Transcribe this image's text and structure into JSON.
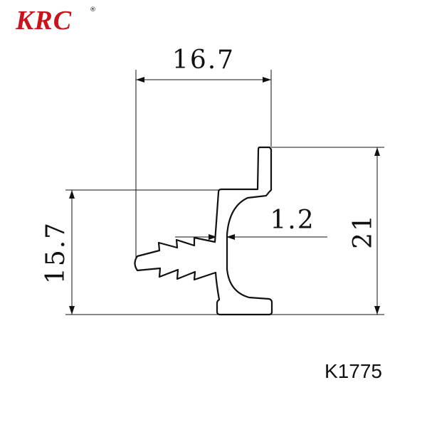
{
  "brand": {
    "name": "KRC",
    "registered_mark": "®",
    "color": "#c8141c"
  },
  "drawing": {
    "line_color": "#111111",
    "dimensions": {
      "top_width": "16.7",
      "wall_thickness": "1.2",
      "left_height": "15.7",
      "right_height": "21"
    }
  },
  "product": {
    "code": "K1775"
  }
}
